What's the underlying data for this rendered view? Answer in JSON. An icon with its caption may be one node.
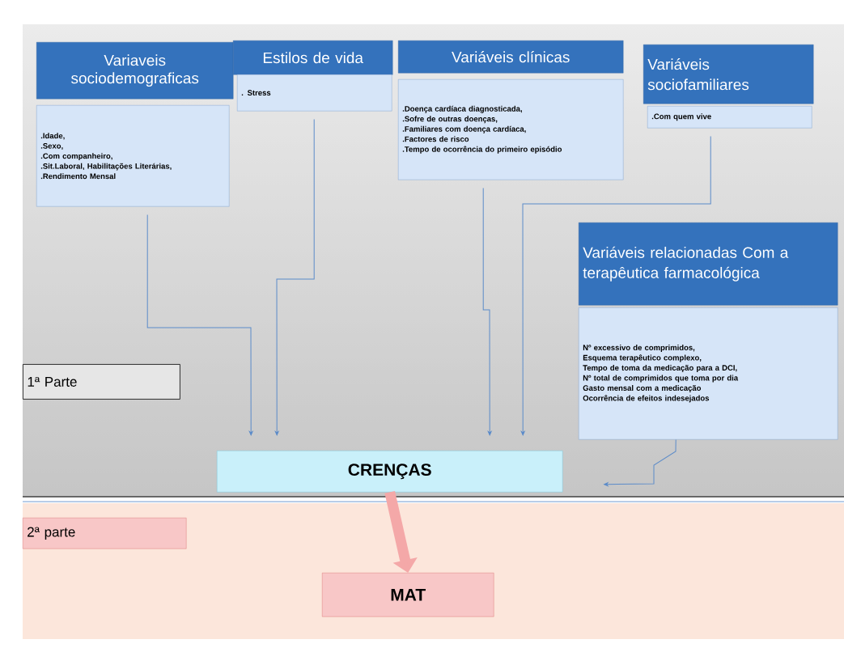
{
  "diagram": {
    "nodes": [
      {
        "text": [
          "Variaveis sociodemograficas"
        ]
      },
      {
        "text": [
          ".Idade,",
          ".Sexo,",
          ".Com companheiro,",
          ".Sit.Laboral, Habilitações Literárias,",
          ".Rendimento Mensal"
        ]
      },
      {
        "text": [
          "Estilos de vida"
        ]
      },
      {
        "text": [
          ". Stress"
        ]
      },
      {
        "text": [
          "Variáveis clínicas"
        ]
      },
      {
        "text": [
          ".Doença cardíaca diagnosticada,",
          ".Sofre de outras doenças,",
          ".Familiares com doença cardíaca,",
          ".Factores de risco",
          ".Tempo de ocorrência do primeiro episódio"
        ]
      },
      {
        "text": [
          "Variáveis sociofamiliares"
        ]
      },
      {
        "text": [
          ".Com quem vive"
        ]
      },
      {
        "text": [
          "Variáveis relacionadas Com a terapêutica farmacológica"
        ]
      },
      {
        "text": [
          "Nº excessivo de comprimidos,",
          "Esquema terapêutico complexo,",
          "Tempo de toma da medicação para a DCI,",
          "Nº total de comprimidos que toma por dia",
          "Gasto mensal com a medicação",
          "Ocorrência de efeitos indesejados"
        ]
      },
      {
        "text": [
          "1ª Parte"
        ]
      },
      {
        "text": [
          "CRENÇAS"
        ]
      },
      {
        "text": [
          "2ª parte"
        ]
      },
      {
        "text": [
          "MAT"
        ]
      }
    ],
    "edges": [
      {
        "from": 1,
        "to": 11,
        "arrow": "to"
      },
      {
        "from": 3,
        "to": 11,
        "arrow": "to"
      },
      {
        "from": 5,
        "to": 11,
        "arrow": "to"
      },
      {
        "from": 7,
        "to": 11,
        "arrow": "to"
      },
      {
        "from": 9,
        "to": 11,
        "arrow": "to"
      },
      {
        "from": 11,
        "to": 13,
        "arrow": "to",
        "style": "thick",
        "color": "#f4a8a8"
      }
    ]
  }
}
